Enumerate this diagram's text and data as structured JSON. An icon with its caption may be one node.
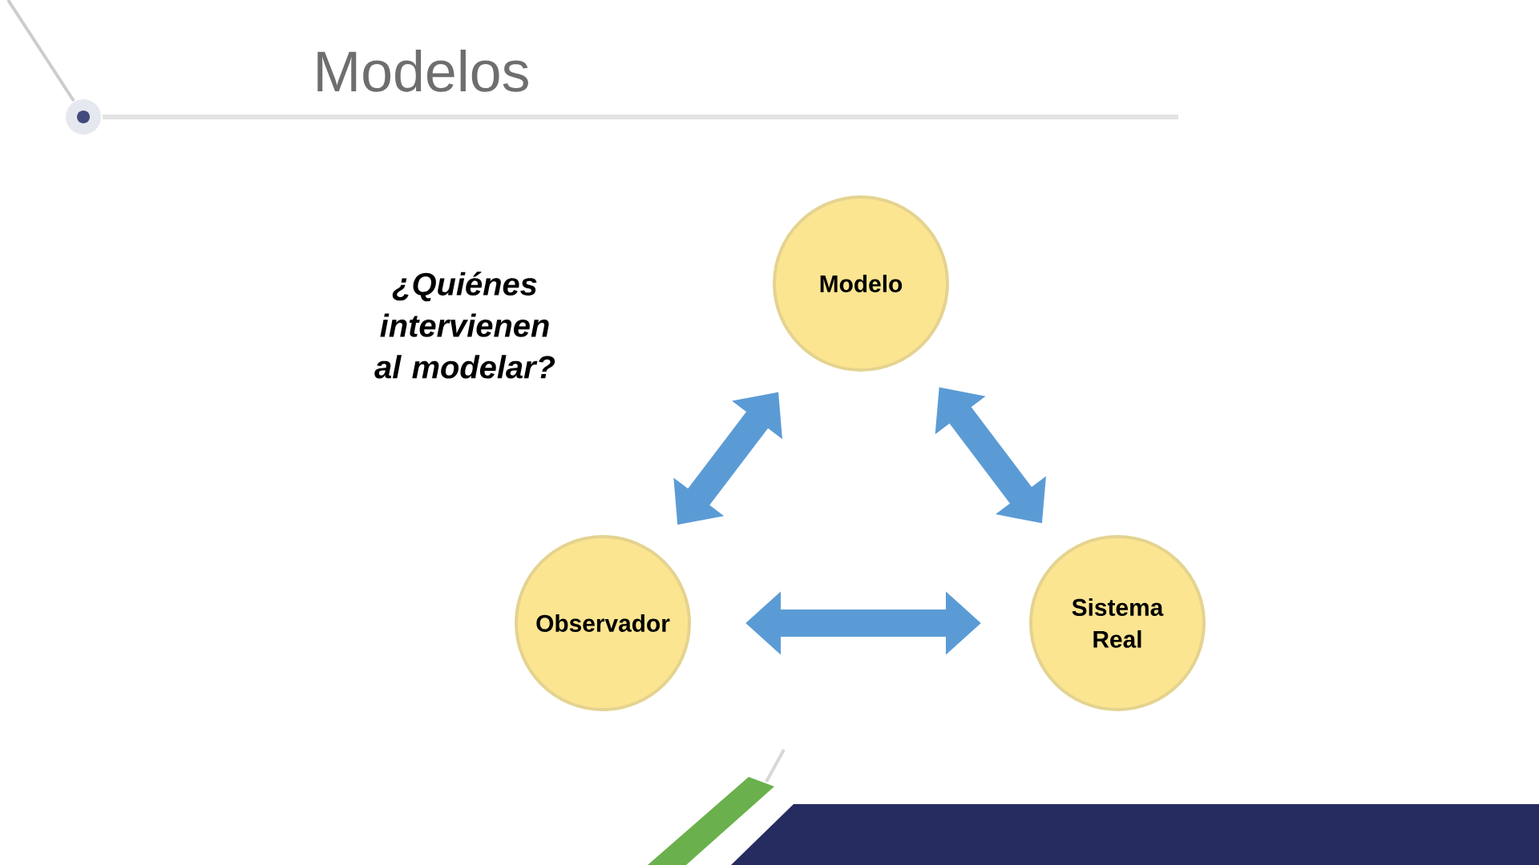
{
  "diagram": {
    "title": "Modelos",
    "nodes": [
      {
        "text": [
          "Modelo"
        ]
      },
      {
        "text": [
          "Observador"
        ]
      },
      {
        "text": [
          "Sistema Real"
        ]
      }
    ],
    "edges": [
      {
        "from": 1,
        "to": 0,
        "arrow": "both"
      },
      {
        "from": 0,
        "to": 2,
        "arrow": "both"
      },
      {
        "from": 1,
        "to": 2,
        "arrow": "both"
      }
    ],
    "labels": [
      "¿Quiénes intervienen al modelar?"
    ]
  }
}
